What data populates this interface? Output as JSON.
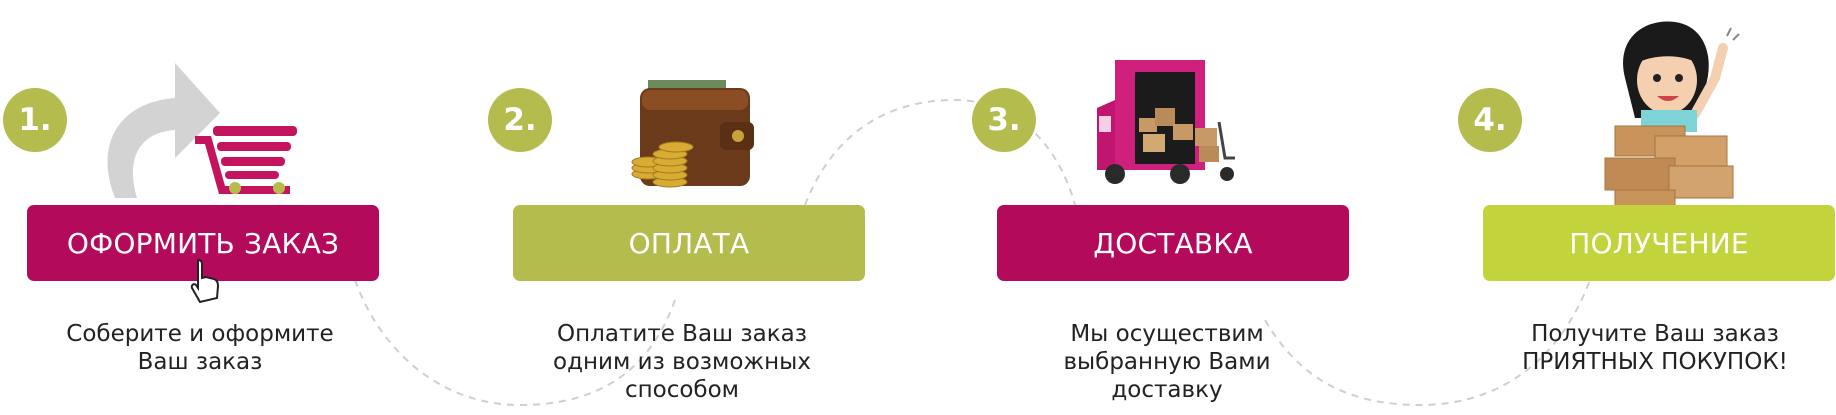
{
  "colors": {
    "magenta": "#b40a5c",
    "olive": "#b4bc4e",
    "lime": "#c3d33c",
    "dash": "#cfcfcf"
  },
  "steps": [
    {
      "number": "1.",
      "button_label": "ОФОРМИТЬ ЗАКАЗ",
      "description": [
        "Соберите и оформите",
        "Ваш заказ"
      ],
      "icon": "arrow-cart-icon"
    },
    {
      "number": "2.",
      "button_label": "ОПЛАТА",
      "description": [
        "Оплатите Ваш заказ",
        "одним из возможных",
        "способом"
      ],
      "icon": "wallet-coins-icon"
    },
    {
      "number": "3.",
      "button_label": "ДОСТАВКА",
      "description": [
        "Мы осуществим",
        "выбранную Вами",
        "доставку"
      ],
      "icon": "delivery-truck-icon"
    },
    {
      "number": "4.",
      "button_label": "ПОЛУЧЕНИЕ",
      "description": [
        "Получите Ваш заказ",
        "ПРИЯТНЫХ ПОКУПОК!"
      ],
      "icon": "girl-with-boxes-icon"
    }
  ]
}
